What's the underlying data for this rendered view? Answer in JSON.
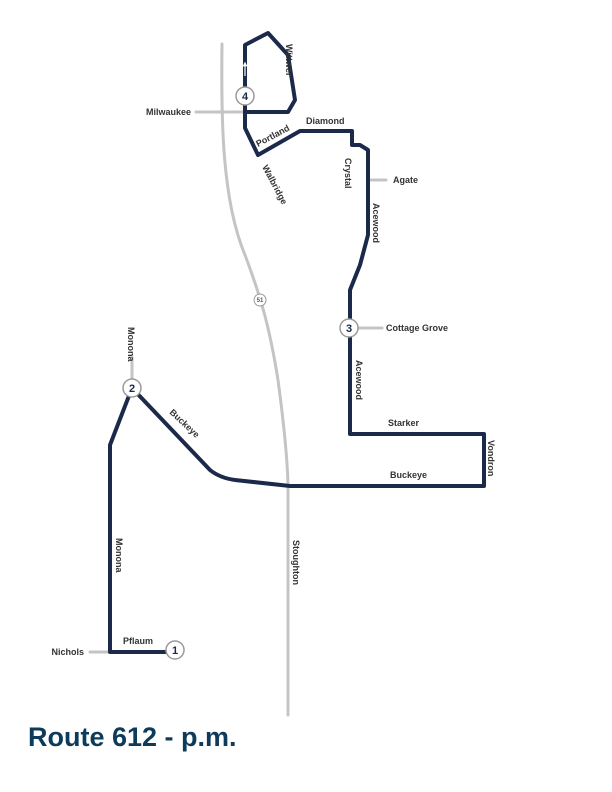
{
  "title": "Route 612 - p.m.",
  "colors": {
    "route": "#1b2a4a",
    "street": "#c4c4c4",
    "title": "#0d3b5c"
  },
  "highway": {
    "number": "51",
    "name": "Stoughton"
  },
  "streets": {
    "milwaukee": "Milwaukee",
    "wittwer": "Wittwer",
    "portland": "Portland",
    "diamond": "Diamond",
    "walbridge": "Walbridge",
    "crystal": "Crystal",
    "agate": "Agate",
    "acewood_north": "Acewood",
    "cottage_grove": "Cottage Grove",
    "acewood_south": "Acewood",
    "starker": "Starker",
    "vondron": "Vondron",
    "buckeye_east": "Buckeye",
    "buckeye_west": "Buckeye",
    "monona_north": "Monona",
    "monona_south": "Monona",
    "pflaum": "Pflaum",
    "nichols": "Nichols"
  },
  "stops": [
    {
      "number": "1"
    },
    {
      "number": "2"
    },
    {
      "number": "3"
    },
    {
      "number": "4"
    }
  ]
}
